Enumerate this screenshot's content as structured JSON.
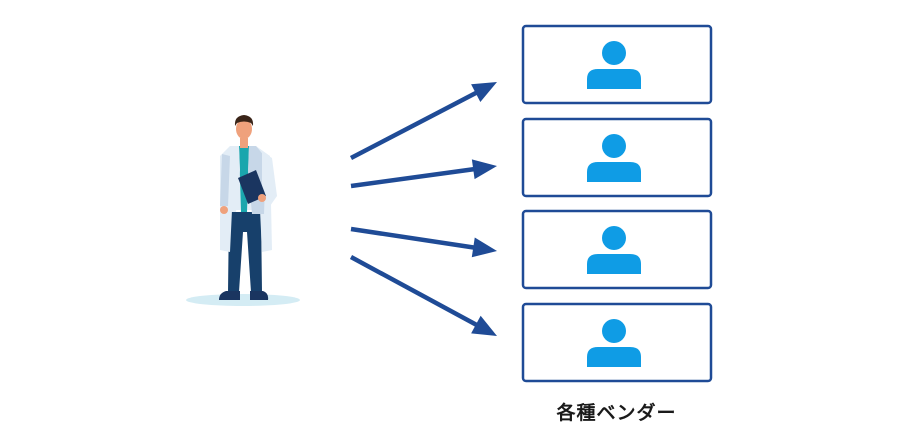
{
  "vendors_label": "各種ベンダー",
  "vendor_count": 4,
  "colors": {
    "arrow": "#1f4b96",
    "box_border": "#1f4b96",
    "person_icon": "#0f9ce5",
    "coat": "#e3edf6",
    "coat_shadow": "#c7d7e8",
    "pants": "#17406b",
    "shirt": "#1aa6ad",
    "skin": "#efa17c",
    "hair": "#3a2418",
    "clipboard": "#1a3560",
    "ground_shadow": "#d4ecf4"
  },
  "icons": {
    "doctor": "doctor-illustration",
    "vendor": "person-icon"
  }
}
